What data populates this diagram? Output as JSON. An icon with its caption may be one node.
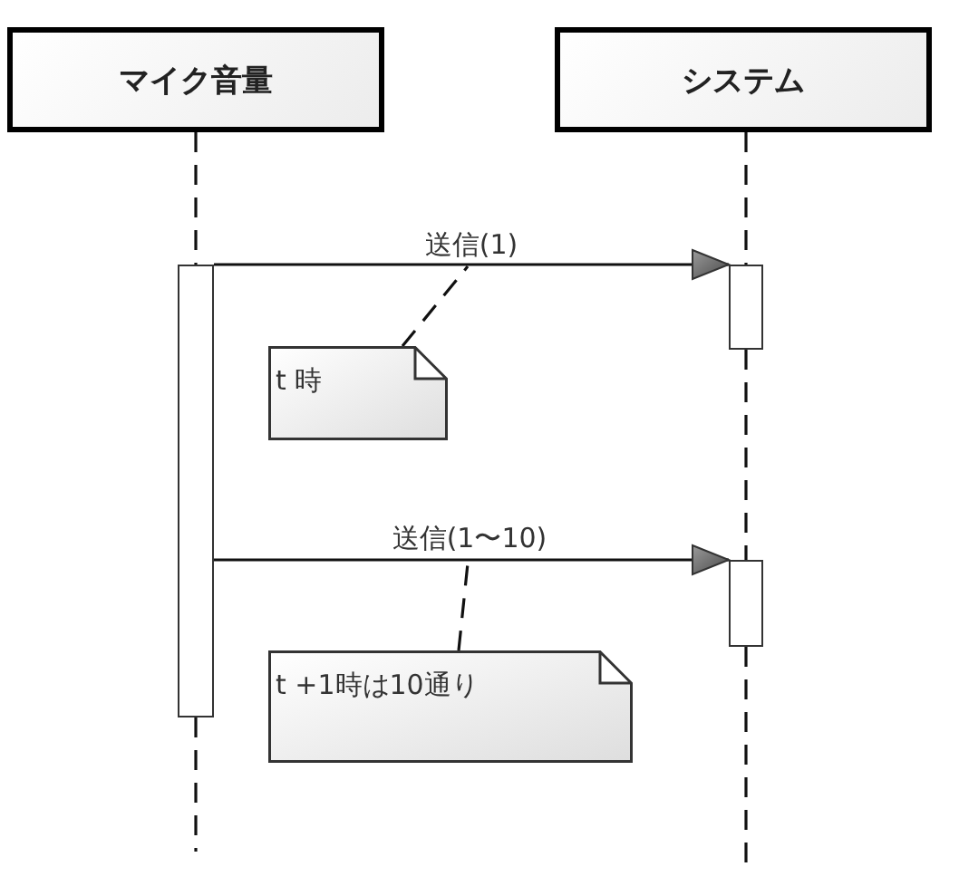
{
  "diagram": {
    "nodes": [
      {
        "text": [
          "マイク音量"
        ]
      },
      {
        "text": [
          "システム"
        ]
      },
      {
        "text": [],
        "shape": "bar"
      },
      {
        "text": [],
        "shape": "bar"
      },
      {
        "text": [
          "t 時"
        ]
      },
      {
        "text": [],
        "shape": "bar"
      },
      {
        "text": [
          "t +1時は10通り"
        ]
      }
    ],
    "edges": [
      {
        "from": 0,
        "to": 2,
        "arrow": "none",
        "style": "dashed"
      },
      {
        "from": 1,
        "to": 3,
        "arrow": "none",
        "style": "dashed"
      },
      {
        "from": 2,
        "to": 3,
        "arrow": "to",
        "label": "送信(1)"
      },
      {
        "from": 4,
        "to": null,
        "arrow": "none",
        "style": "dashed"
      },
      {
        "from": 3,
        "to": 5,
        "arrow": "none",
        "style": "dashed"
      },
      {
        "from": 2,
        "to": 5,
        "arrow": "to",
        "label": "送信(1〜10)"
      },
      {
        "from": 6,
        "to": null,
        "arrow": "none",
        "style": "dashed"
      }
    ]
  }
}
